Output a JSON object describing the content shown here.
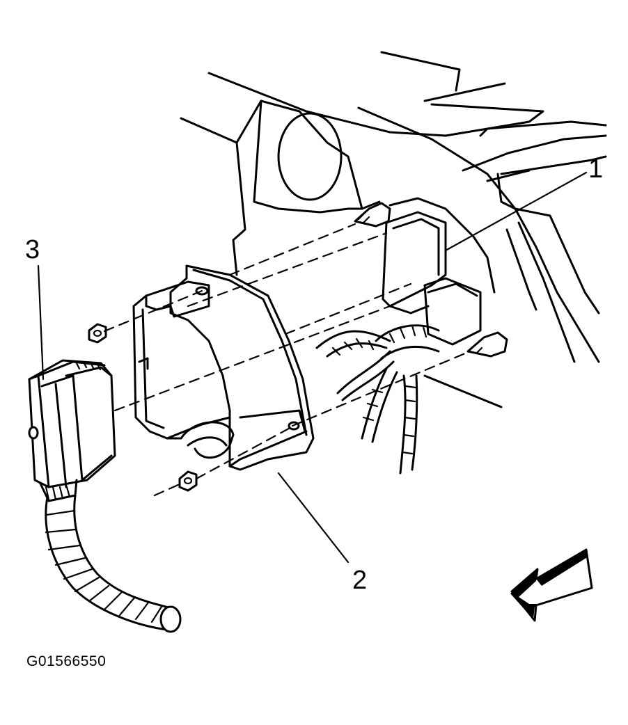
{
  "figure_id": "G01566550",
  "callouts": [
    "1",
    "2",
    "3"
  ],
  "icons": {
    "direction_arrow": "front-direction-arrow-icon",
    "connector": "electrical-connector",
    "bracket": "module-mounting-bracket",
    "module": "control-module"
  },
  "colors": {
    "ink": "#000000",
    "paper": "#ffffff"
  }
}
